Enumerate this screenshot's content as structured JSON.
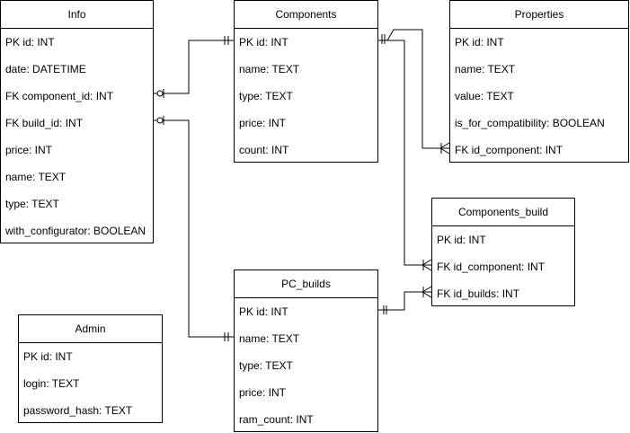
{
  "entities": {
    "info": {
      "title": "Info",
      "fields": [
        "PK id: INT",
        "date: DATETIME",
        "FK component_id: INT",
        "FK build_id: INT",
        "price: INT",
        "name: TEXT",
        "type: TEXT",
        "with_configurator: BOOLEAN"
      ]
    },
    "components": {
      "title": "Components",
      "fields": [
        "PK id: INT",
        "name: TEXT",
        "type: TEXT",
        "price: INT",
        "count: INT"
      ]
    },
    "properties": {
      "title": "Properties",
      "fields": [
        "PK id: INT",
        "name: TEXT",
        "value: TEXT",
        "is_for_compatibility: BOOLEAN",
        "FK id_component: INT"
      ]
    },
    "components_build": {
      "title": "Components_build",
      "fields": [
        "PK id: INT",
        "FK id_component: INT",
        "FK id_builds: INT"
      ]
    },
    "pc_builds": {
      "title": "PC_builds",
      "fields": [
        "PK id: INT",
        "name: TEXT",
        "type: TEXT",
        "price: INT",
        "ram_count: INT"
      ]
    },
    "admin": {
      "title": "Admin",
      "fields": [
        "PK id: INT",
        "login: TEXT",
        "password_hash: TEXT"
      ]
    }
  },
  "relationships": [
    {
      "from": "info.component_id",
      "to": "components.id",
      "from_cardinality": "zero-or-one",
      "to_cardinality": "one-and-only-one"
    },
    {
      "from": "info.build_id",
      "to": "pc_builds.id",
      "from_cardinality": "zero-or-one",
      "to_cardinality": "one-and-only-one"
    },
    {
      "from": "components.id",
      "to": "properties.id_component",
      "from_cardinality": "one-and-only-one",
      "to_cardinality": "one-or-many"
    },
    {
      "from": "components.id",
      "to": "components_build.id_component",
      "from_cardinality": "one-and-only-one",
      "to_cardinality": "one-or-many"
    },
    {
      "from": "pc_builds.id",
      "to": "components_build.id_builds",
      "from_cardinality": "one-and-only-one",
      "to_cardinality": "one-or-many"
    }
  ]
}
